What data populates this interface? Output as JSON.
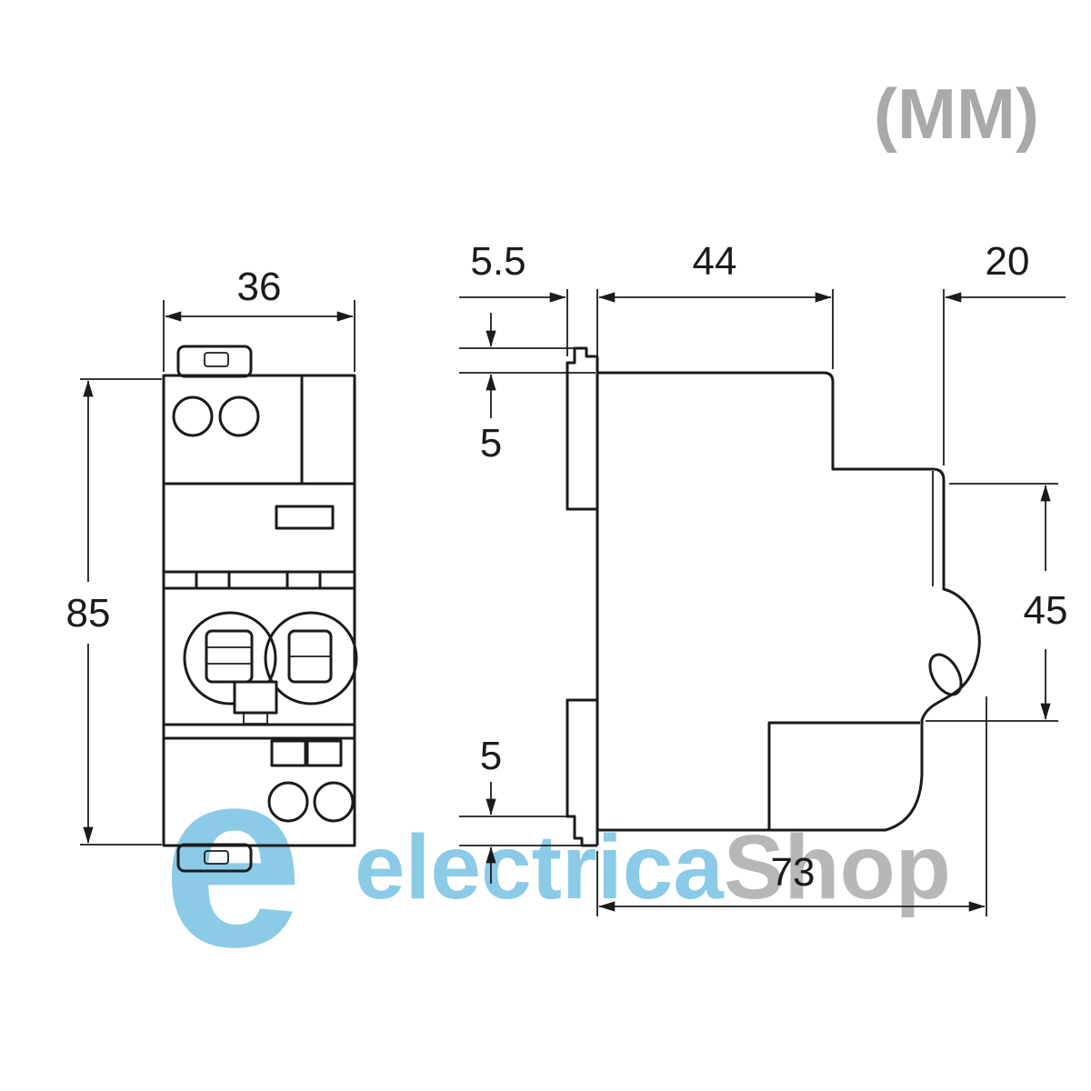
{
  "units_label": "(MM)",
  "front_view": {
    "width_mm": "36",
    "height_mm": "85"
  },
  "side_view": {
    "rail_clip_depth_mm": "5.5",
    "upper_depth_mm": "44",
    "front_cap_depth_mm": "20",
    "top_clip_height_mm": "5",
    "front_section_height_mm": "45",
    "bottom_clip_height_mm": "5",
    "overall_depth_mm": "73"
  },
  "watermark": {
    "logo_letter": "e",
    "brand_primary": "electrica",
    "brand_secondary": "Shop"
  },
  "colors": {
    "line": "#1b1b1b",
    "units_label": "#a9a9a9",
    "watermark_primary": "#8bcbe7",
    "watermark_secondary": "#b7b7b7"
  }
}
